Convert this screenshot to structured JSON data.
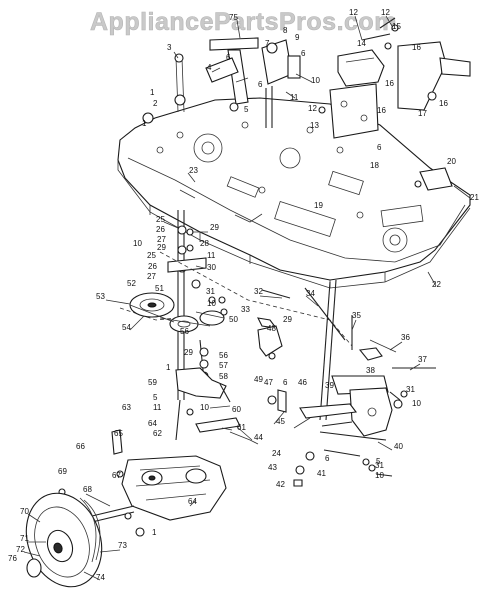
{
  "watermark": "AppliancePartsPros.com",
  "callouts": [
    {
      "id": "c1",
      "text": "1"
    },
    {
      "id": "c2",
      "text": "2"
    },
    {
      "id": "c3",
      "text": "3"
    },
    {
      "id": "c4",
      "text": "4"
    },
    {
      "id": "c5",
      "text": "5"
    },
    {
      "id": "c6",
      "text": "6"
    },
    {
      "id": "c7",
      "text": "7"
    },
    {
      "id": "c8",
      "text": "8"
    },
    {
      "id": "c9",
      "text": "9"
    },
    {
      "id": "c10",
      "text": "10"
    },
    {
      "id": "c11",
      "text": "11"
    },
    {
      "id": "c12",
      "text": "12"
    },
    {
      "id": "c13",
      "text": "13"
    },
    {
      "id": "c14",
      "text": "14"
    },
    {
      "id": "c15",
      "text": "15"
    },
    {
      "id": "c16",
      "text": "16"
    },
    {
      "id": "c17",
      "text": "17"
    },
    {
      "id": "c18",
      "text": "18"
    },
    {
      "id": "c19",
      "text": "19"
    },
    {
      "id": "c20",
      "text": "20"
    },
    {
      "id": "c21",
      "text": "21"
    },
    {
      "id": "c22",
      "text": "22"
    },
    {
      "id": "c23",
      "text": "23"
    },
    {
      "id": "c24",
      "text": "24"
    },
    {
      "id": "c25",
      "text": "25"
    },
    {
      "id": "c26",
      "text": "26"
    },
    {
      "id": "c27",
      "text": "27"
    },
    {
      "id": "c28",
      "text": "28"
    },
    {
      "id": "c29",
      "text": "29"
    },
    {
      "id": "c30",
      "text": "30"
    },
    {
      "id": "c31",
      "text": "31"
    },
    {
      "id": "c32",
      "text": "32"
    },
    {
      "id": "c33",
      "text": "33"
    },
    {
      "id": "c34",
      "text": "34"
    },
    {
      "id": "c35",
      "text": "35"
    },
    {
      "id": "c36",
      "text": "36"
    },
    {
      "id": "c37",
      "text": "37"
    },
    {
      "id": "c38",
      "text": "38"
    },
    {
      "id": "c39",
      "text": "39"
    },
    {
      "id": "c40",
      "text": "40"
    },
    {
      "id": "c41",
      "text": "41"
    },
    {
      "id": "c42",
      "text": "42"
    },
    {
      "id": "c43",
      "text": "43"
    },
    {
      "id": "c44",
      "text": "44"
    },
    {
      "id": "c45",
      "text": "45"
    },
    {
      "id": "c46",
      "text": "46"
    },
    {
      "id": "c47",
      "text": "47"
    },
    {
      "id": "c48",
      "text": "48"
    },
    {
      "id": "c49",
      "text": "49"
    },
    {
      "id": "c50",
      "text": "50"
    },
    {
      "id": "c51",
      "text": "51"
    },
    {
      "id": "c52",
      "text": "52"
    },
    {
      "id": "c53",
      "text": "53"
    },
    {
      "id": "c54",
      "text": "54"
    },
    {
      "id": "c55",
      "text": "55"
    },
    {
      "id": "c56",
      "text": "56"
    },
    {
      "id": "c57",
      "text": "57"
    },
    {
      "id": "c58",
      "text": "58"
    },
    {
      "id": "c59",
      "text": "59"
    },
    {
      "id": "c60",
      "text": "60"
    },
    {
      "id": "c61",
      "text": "61"
    },
    {
      "id": "c62",
      "text": "62"
    },
    {
      "id": "c63",
      "text": "63"
    },
    {
      "id": "c64",
      "text": "64"
    },
    {
      "id": "c65",
      "text": "65"
    },
    {
      "id": "c66",
      "text": "66"
    },
    {
      "id": "c67",
      "text": "67"
    },
    {
      "id": "c68",
      "text": "68"
    },
    {
      "id": "c69",
      "text": "69"
    },
    {
      "id": "c70",
      "text": "70"
    },
    {
      "id": "c71",
      "text": "71"
    },
    {
      "id": "c72",
      "text": "72"
    },
    {
      "id": "c73",
      "text": "73"
    },
    {
      "id": "c74",
      "text": "74"
    },
    {
      "id": "c75",
      "text": "75"
    },
    {
      "id": "c76",
      "text": "76"
    }
  ]
}
